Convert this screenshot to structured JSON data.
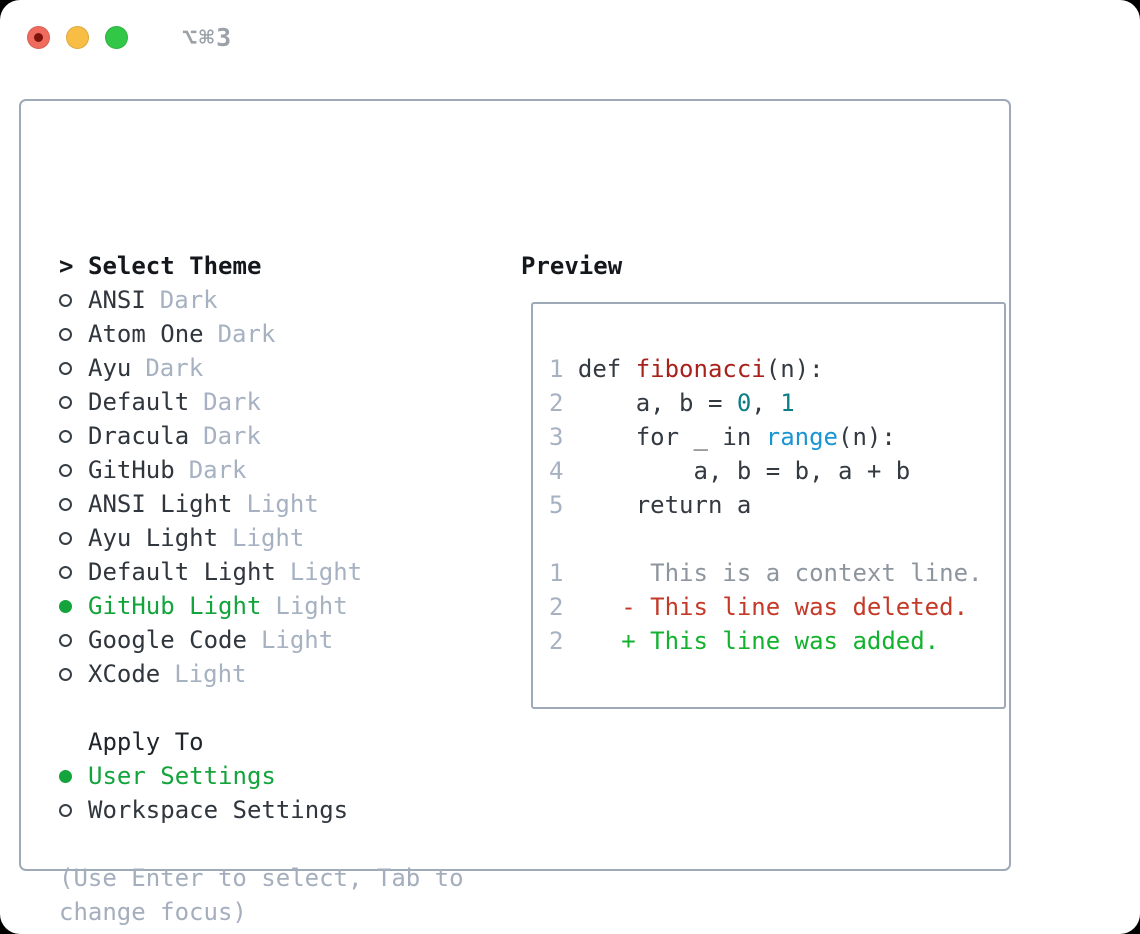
{
  "window": {
    "title": "⌥⌘3"
  },
  "colors": {
    "selection_green": "#14a43c",
    "added_green": "#12b22e",
    "deleted_red": "#c33a28",
    "function_red": "#a8221b",
    "literal_teal": "#0d7e86",
    "builtin_blue": "#1b95d2",
    "muted_gray": "#a6b1c2",
    "context_gray": "#8d959e",
    "text_dark": "#30363d",
    "border_gray": "#9faab8",
    "traffic_red": "#ef6b5e",
    "traffic_yellow": "#f7bd45",
    "traffic_green": "#33c748"
  },
  "theme_list": {
    "header_marker": ">",
    "header": "Select Theme",
    "items": [
      {
        "name": "ANSI",
        "variant": "Dark",
        "selected": false
      },
      {
        "name": "Atom One",
        "variant": "Dark",
        "selected": false
      },
      {
        "name": "Ayu",
        "variant": "Dark",
        "selected": false
      },
      {
        "name": "Default",
        "variant": "Dark",
        "selected": false
      },
      {
        "name": "Dracula",
        "variant": "Dark",
        "selected": false
      },
      {
        "name": "GitHub",
        "variant": "Dark",
        "selected": false
      },
      {
        "name": "ANSI Light",
        "variant": "Light",
        "selected": false
      },
      {
        "name": "Ayu Light",
        "variant": "Light",
        "selected": false
      },
      {
        "name": "Default Light",
        "variant": "Light",
        "selected": false
      },
      {
        "name": "GitHub Light",
        "variant": "Light",
        "selected": true
      },
      {
        "name": "Google Code",
        "variant": "Light",
        "selected": false
      },
      {
        "name": "XCode",
        "variant": "Light",
        "selected": false
      }
    ]
  },
  "apply_to": {
    "header": "Apply To",
    "options": [
      {
        "label": "User Settings",
        "selected": true
      },
      {
        "label": "Workspace Settings",
        "selected": false
      }
    ]
  },
  "help": {
    "line1": "(Use Enter to select, Tab to",
    "line2": "change focus)"
  },
  "preview": {
    "header": "Preview",
    "code": [
      {
        "segs": [
          {
            "t": "1",
            "c": "num"
          },
          {
            "t": " def ",
            "c": "cd"
          },
          {
            "t": "fibonacci",
            "c": "fn"
          },
          {
            "t": "(n):",
            "c": "cd"
          }
        ]
      },
      {
        "segs": [
          {
            "t": "2",
            "c": "num"
          },
          {
            "t": "     a, b = ",
            "c": "cd"
          },
          {
            "t": "0",
            "c": "lit"
          },
          {
            "t": ", ",
            "c": "cd"
          },
          {
            "t": "1",
            "c": "lit"
          }
        ]
      },
      {
        "segs": [
          {
            "t": "3",
            "c": "num"
          },
          {
            "t": "     for _ in ",
            "c": "cd"
          },
          {
            "t": "range",
            "c": "bi"
          },
          {
            "t": "(n):",
            "c": "cd"
          }
        ]
      },
      {
        "segs": [
          {
            "t": "4",
            "c": "num"
          },
          {
            "t": "         a, b = b, a + b",
            "c": "cd"
          }
        ]
      },
      {
        "segs": [
          {
            "t": "5",
            "c": "num"
          },
          {
            "t": "     return a",
            "c": "cd"
          }
        ]
      },
      {
        "segs": []
      },
      {
        "segs": [
          {
            "t": "1",
            "c": "num"
          },
          {
            "t": "      This is a context line.",
            "c": "ctx"
          }
        ]
      },
      {
        "segs": [
          {
            "t": "2",
            "c": "num"
          },
          {
            "t": "    - This line was deleted.",
            "c": "del"
          }
        ]
      },
      {
        "segs": [
          {
            "t": "2",
            "c": "num"
          },
          {
            "t": "    + This line was added.",
            "c": "add"
          }
        ]
      }
    ]
  }
}
